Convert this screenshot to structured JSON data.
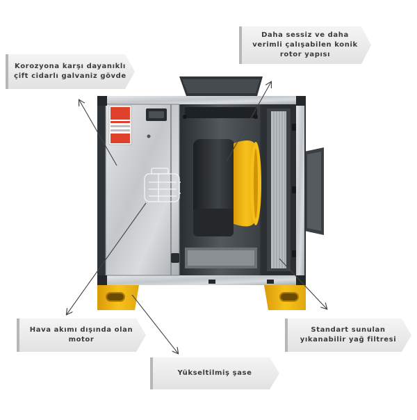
{
  "callouts": {
    "body": "Korozyona karşı dayanıklı\nçift cidarlı galvaniz gövde",
    "rotor": "Daha sessiz ve daha\nverimli çalışabilen konik\nrotor yapısı",
    "motor": "Hava akımı dışında olan\nmotor",
    "filter": "Standart sunulan\nyıkanabilir yağ filtresi",
    "chassis": "Yükseltilmiş şase"
  },
  "colors": {
    "accent": "#f2b615",
    "frame": "#2f3438",
    "steel": "#c9cdd0",
    "label_text": "#3a3a3a",
    "tag_fill": "#ececec",
    "warning_sticker": "#e0412b"
  }
}
